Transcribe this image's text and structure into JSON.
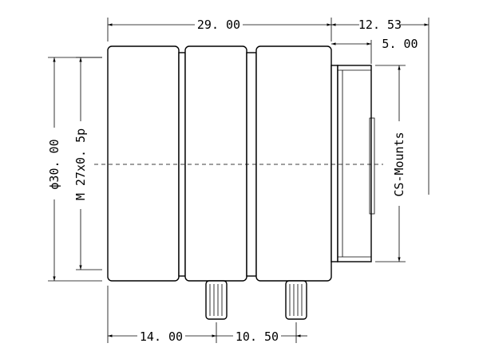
{
  "dimensions": {
    "top_overall": "29. 00",
    "top_right": "12. 53",
    "top_flange": "5. 00",
    "bottom_left": "14. 00",
    "bottom_right": "10. 50"
  },
  "labels": {
    "diameter": "ϕ30. 00",
    "thread": "M 27x0. 5p",
    "mount": "CS-Mounts"
  }
}
